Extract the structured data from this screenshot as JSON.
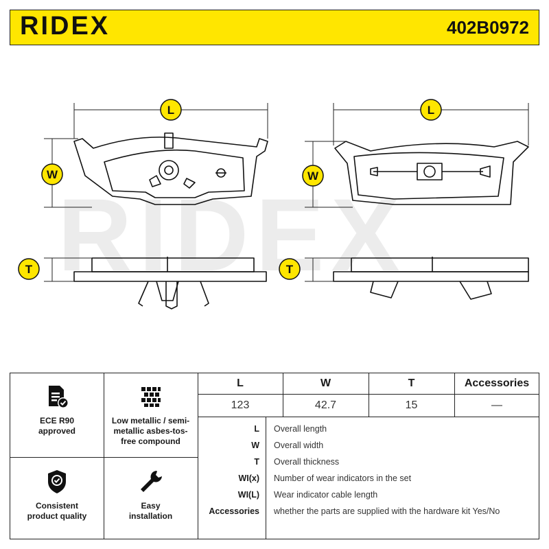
{
  "header": {
    "brand": "RIDEX",
    "part_number": "402B0972",
    "accent_color": "#ffe600"
  },
  "watermark": "RIDEX",
  "dimension_badges": {
    "length": "L",
    "width": "W",
    "thickness": "T"
  },
  "features": [
    {
      "icon": "document-check-icon",
      "label": "ECE R90 approved"
    },
    {
      "icon": "pattern-icon",
      "label": "Low metallic / semi-metallic asbes-tos-free compound"
    },
    {
      "icon": "shield-check-icon",
      "label": "Consistent product quality"
    },
    {
      "icon": "wrench-icon",
      "label": "Easy installation"
    }
  ],
  "specs": {
    "headers": [
      "L",
      "W",
      "T",
      "Accessories"
    ],
    "values": [
      "123",
      "42.7",
      "15",
      "—"
    ]
  },
  "legend": [
    {
      "key": "L",
      "text": "Overall length"
    },
    {
      "key": "W",
      "text": "Overall width"
    },
    {
      "key": "T",
      "text": "Overall thickness"
    },
    {
      "key": "WI(x)",
      "text": "Number of wear indicators in the set"
    },
    {
      "key": "WI(L)",
      "text": "Wear indicator cable length"
    },
    {
      "key": "Accessories",
      "text": "whether the parts are supplied with the hardware kit Yes/No"
    }
  ]
}
